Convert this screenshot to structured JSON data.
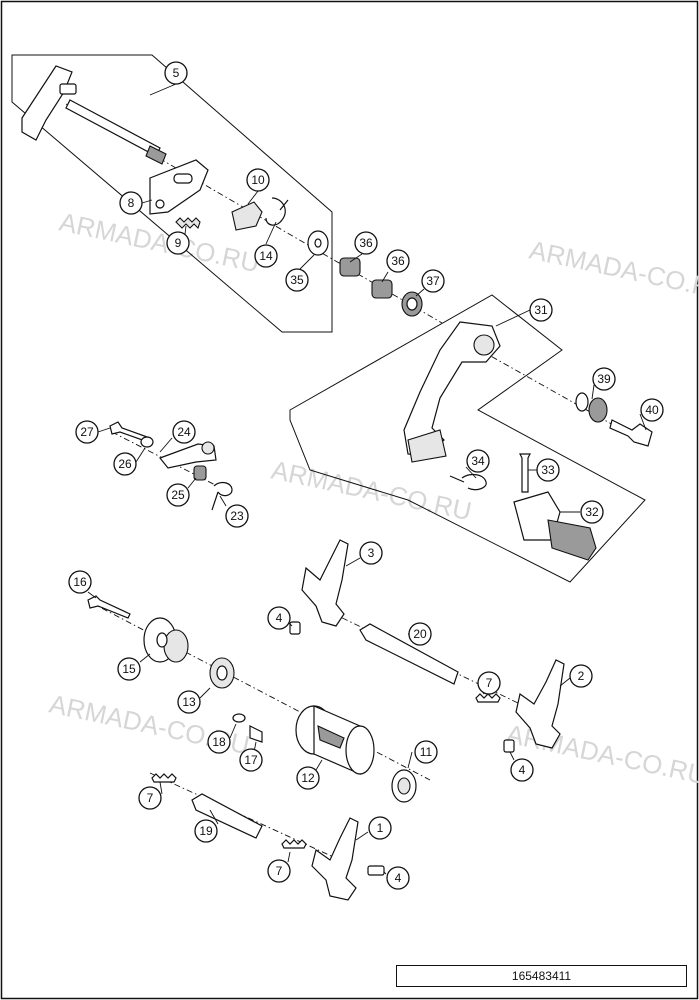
{
  "watermark": "ARMADA-CO.RU",
  "document_number": "165483411",
  "callouts": [
    "5",
    "8",
    "10",
    "9",
    "14",
    "35",
    "36",
    "36",
    "37",
    "31",
    "39",
    "40",
    "34",
    "33",
    "32",
    "27",
    "24",
    "26",
    "25",
    "23",
    "3",
    "16",
    "4",
    "20",
    "15",
    "2",
    "7",
    "13",
    "18",
    "17",
    "12",
    "11",
    "4",
    "7",
    "19",
    "1",
    "7",
    "4"
  ],
  "colors": {
    "line": "#111111",
    "watermark": "#d6d6d6",
    "part_shade": "#9a9a9a"
  }
}
